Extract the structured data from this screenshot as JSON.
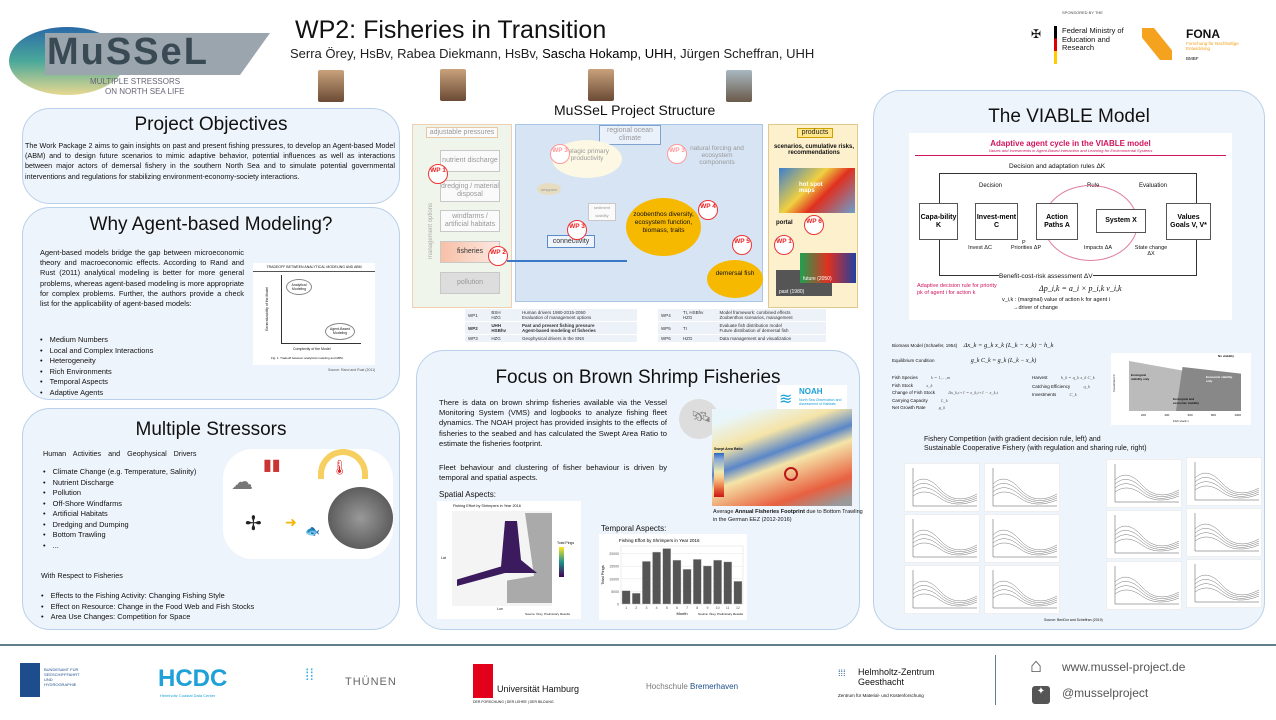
{
  "header": {
    "logo_name": "MuSSeL",
    "logo_sub1": "MULTIPLE STRESSORS",
    "logo_sub2": "ON NORTH SEA LIFE",
    "title": "WP2: Fisheries in Transition",
    "authors_a": "Serra Örey, HsBv, Rabea Diekmann, HsBv, ",
    "authors_b": "Sascha Hokamp, UHH",
    "authors_c": ", Jürgen Scheffran, UHH"
  },
  "sponsor": {
    "label": "SPONSORED BY THE",
    "ministry": "Federal Ministry of Education and Research",
    "fona": "FONA",
    "fona_sub": "Forschung für Nachhaltige Entwicklung",
    "bmbf": "BMBF"
  },
  "objectives": {
    "title": "Project Objectives",
    "text": "The Work Package 2 aims to gain insights on past and present fishing pressures, to develop an Agent-based Model (ABM) and to design future scenarios to mimic adaptive behavior, potential influences as well as interactions between major actors of demersal fishery in the southern North Sea and to simulate potential governmental interventions and regulations for stabilizing environment-economy-society interactions."
  },
  "abm": {
    "title": "Why Agent-based Modeling?",
    "text": "Agent-based models bridge the gap between microeconomic theory and macroeconomic effects. According to Rand and Rust (2011) analytical modeling is better for more general problems, whereas agent-based modeling is more appropriate for complex problems. Further, the authors provide a check list for the applicability of agent-based models:",
    "items": [
      "Medium Numbers",
      "Local and Complex Interactions",
      "Heterogeneity",
      "Rich Environments",
      "Temporal Aspects",
      "Adaptive Agents"
    ],
    "fig_title": "TRADEOFF BETWEEN ANALYTICAL MODELING AND ABM",
    "fig_analytical": "Analytical Modeling",
    "fig_abm": "Agent-Based Modeling",
    "fig_xlabel": "Complexity of the Model",
    "fig_ylabel": "Generalizability of the Model",
    "fig_caption": "Fig. 1. Tradeoff between analytical modeling and ABM.",
    "fig_source": "Source: Rand and Rust (2011)"
  },
  "stressors": {
    "title": "Multiple Stressors",
    "subtitle1": "Human Activities and Geophysical Drivers",
    "items1": [
      "Climate Change (e.g. Temperature, Salinity)",
      "Nutrient Discharge",
      "Pollution",
      "Off-Shore Windfarms",
      "Artificial Habitats",
      "Dredging and Dumping",
      "Bottom Trawling",
      "..."
    ],
    "subtitle2": "With Respect to Fisheries",
    "items2": [
      "Effects to the Fishing Activity: Changing Fishing Style",
      "Effect on Resource: Change in the Food Web and Fish Stocks",
      "Area Use Changes: Competition for Space"
    ]
  },
  "structure": {
    "title": "MuSSeL Project Structure",
    "adjustable": "adjustable pressures",
    "management": "management options",
    "pressures": [
      "nutrient discharge",
      "dredging / material disposal",
      "windfarms / artificial habitats",
      "fisheries",
      "pollution"
    ],
    "regional": "regional ocean climate",
    "pelagic": "pelagic primary productivity",
    "natural": "natural forcing and ecosystem components",
    "seagrass": "seagrass",
    "sediment": "sediment stability",
    "connectivity": "connectivity",
    "zoobenthos": "zoobenthos diversity, ecosystem function, biomass, traits",
    "demersal": "demersal fish",
    "products": "products",
    "scenarios": "scenarios, cumulative risks, recommendations",
    "hotspot": "hot spot maps",
    "portal": "portal",
    "future": "future (2050)",
    "past": "past (1980)",
    "wp": [
      "WP 1",
      "WP 2",
      "WP 3",
      "WP 4",
      "WP 5",
      "WP 6"
    ],
    "table_left": [
      [
        "WP1",
        "BSH\nHZG",
        "Human drivers 1980-2015-2050\nEvaluation of management options"
      ],
      [
        "WP2",
        "UHH\nHSBhv",
        "Past and present fishing pressure\nAgent-based modeling of fisheries"
      ],
      [
        "WP3",
        "HZG",
        "Geophysical drivers in the SNS"
      ]
    ],
    "table_right": [
      [
        "WP4",
        "TI, HSBhv\nHZG",
        "Model framework: combined effects\nZoobenthos scenarios, management"
      ],
      [
        "WP5",
        "TI",
        "Evaluate fish distribution model\nFuture distribution of demersal fish"
      ],
      [
        "WP6",
        "HZG",
        "Data management and visualization"
      ]
    ]
  },
  "shrimp": {
    "title": "Focus on Brown Shrimp Fisheries",
    "text1": "There is data on brown shrimp fisheries available via the Vessel Monitoring System (VMS) and logbooks to analyze fishing fleet dynamics. The NOAH project has provided insights to the effects of fisheries to the seabed and has calculated the Swept Area Ratio to estimate the fisheries footprint.",
    "text2": "Fleet behaviour and clustering of fisher behaviour is driven by temporal and spatial aspects.",
    "noah": "NOAH",
    "noah_sub": "North Sea Observation and Assessment of Habitats",
    "legend_title": "Swept Area Ratio",
    "map_caption_a": "Average ",
    "map_caption_b": "Annual Fisheries Footprint",
    "map_caption_c": " due to Bottom Trawling in the German EEZ (2012-2016)",
    "spatial": "Spatial Aspects:",
    "spatial_title": "Fishing Effort by Shrimpers in Year 2016",
    "spatial_x": "Lon",
    "spatial_y": "Lat",
    "spatial_legend": "Total Pings",
    "spatial_source": "Source: Örey, Preliminary Results",
    "temporal": "Temporal Aspects:",
    "temporal_source": "Source: Örey, Preliminary Results"
  },
  "chart_data": {
    "type": "bar",
    "title": "Fishing Effort by Shrimpers in Year 2016",
    "xlabel": "Month",
    "ylabel": "Total Pings",
    "categories": [
      "1",
      "2",
      "3",
      "4",
      "5",
      "6",
      "7",
      "8",
      "9",
      "10",
      "11",
      "12"
    ],
    "values": [
      5300,
      4300,
      16900,
      20600,
      22000,
      17400,
      13800,
      17700,
      15100,
      17400,
      16700,
      9000
    ],
    "ylim": [
      0,
      23000
    ],
    "yticks": [
      "0",
      "5000",
      "10000",
      "15000",
      "20000"
    ],
    "grid": true
  },
  "viable": {
    "title": "The VIABLE Model",
    "cycle_title": "Adaptive agent cycle in the VIABLE model",
    "cycle_sub": "Values and Investments in Agent-Based interaction and Learning for Environmental Systems",
    "top": "Decision and adaptation rules ΔK",
    "decision": "Decision",
    "rule": "Rule",
    "evaluation": "Evaluation",
    "boxes": [
      "Capa-bility K",
      "Invest-ment C",
      "Action Paths A",
      "System X",
      "Values Goals V, V*"
    ],
    "p": "P",
    "invest": "Invest ΔC",
    "priorities": "Priorities ΔP",
    "impacts": "Impacts ΔA",
    "state": "State change ΔX",
    "bottom": "Benefit-cost-risk assessment ΔV",
    "adaptive": "Adaptive decision rule for priority pk of agent i for action k",
    "formula": "Δp_i,k = a_i × p_i,k v_i,k",
    "v_desc": "v_i,k : (marginal) value of action k for agent i",
    "driver": "→driver of change",
    "eq": [
      [
        "Biomass Model (Schaefer, 1954)",
        "Δx_k = g_k x_k (L_k − x_k) − h_k"
      ],
      [
        "Equilibrium Condition",
        "g_k C_k = g_k (L_k − x_k)"
      ]
    ],
    "vars_left": [
      [
        "Fish Species",
        "k = 1,…,m"
      ],
      [
        "Fish Stock",
        "x_k"
      ],
      [
        "Change of Fish Stock",
        "Δx_k,t+1 = x_k,t+1 − x_k,t"
      ],
      [
        "Carrying Capacity",
        "L_k"
      ],
      [
        "Net Growth Rate",
        "g_k"
      ]
    ],
    "vars_right": [
      [
        "Harvest",
        "h_k = q_k x_k C_k"
      ],
      [
        "Catching Efficiency",
        "q_k"
      ],
      [
        "Investments",
        "C_k"
      ]
    ],
    "viab_labels": [
      "No viability",
      "Ecological viability only",
      "Economic viability only",
      "Ecological and economic viability"
    ],
    "viab_x": "Fish stock x",
    "viab_y": "Investment C",
    "viab_xticks": [
      "200",
      "400",
      "600",
      "800",
      "1000"
    ],
    "comp_title1": "Fishery Competition (with gradient decision rule, left) and",
    "comp_title2": "Sustainable Cooperative Fishery (with regulation and sharing rule, right)",
    "source": "Source: BenDor and Scheffran (2019)"
  },
  "footer": {
    "bsh": "BUNDESAMT FÜR SEESCHIFFFAHRT UND HYDROGRAPHIE",
    "hcdc": "HCDC",
    "hcdc_sub": "Helmholtz Coastal Data Center",
    "thuenen": "THÜNEN",
    "uhh": "Universität Hamburg",
    "uhh_sub": "DER FORSCHUNG | DER LEHRE | DER BILDUNG",
    "hsb_a": "Hochschule ",
    "hsb_b": "Bremerhaven",
    "hzg": "Helmholtz-Zentrum Geesthacht",
    "hzg_sub": "Zentrum für Material- und Küstenforschung",
    "web": "www.mussel-project.de",
    "twitter": "@musselproject"
  }
}
